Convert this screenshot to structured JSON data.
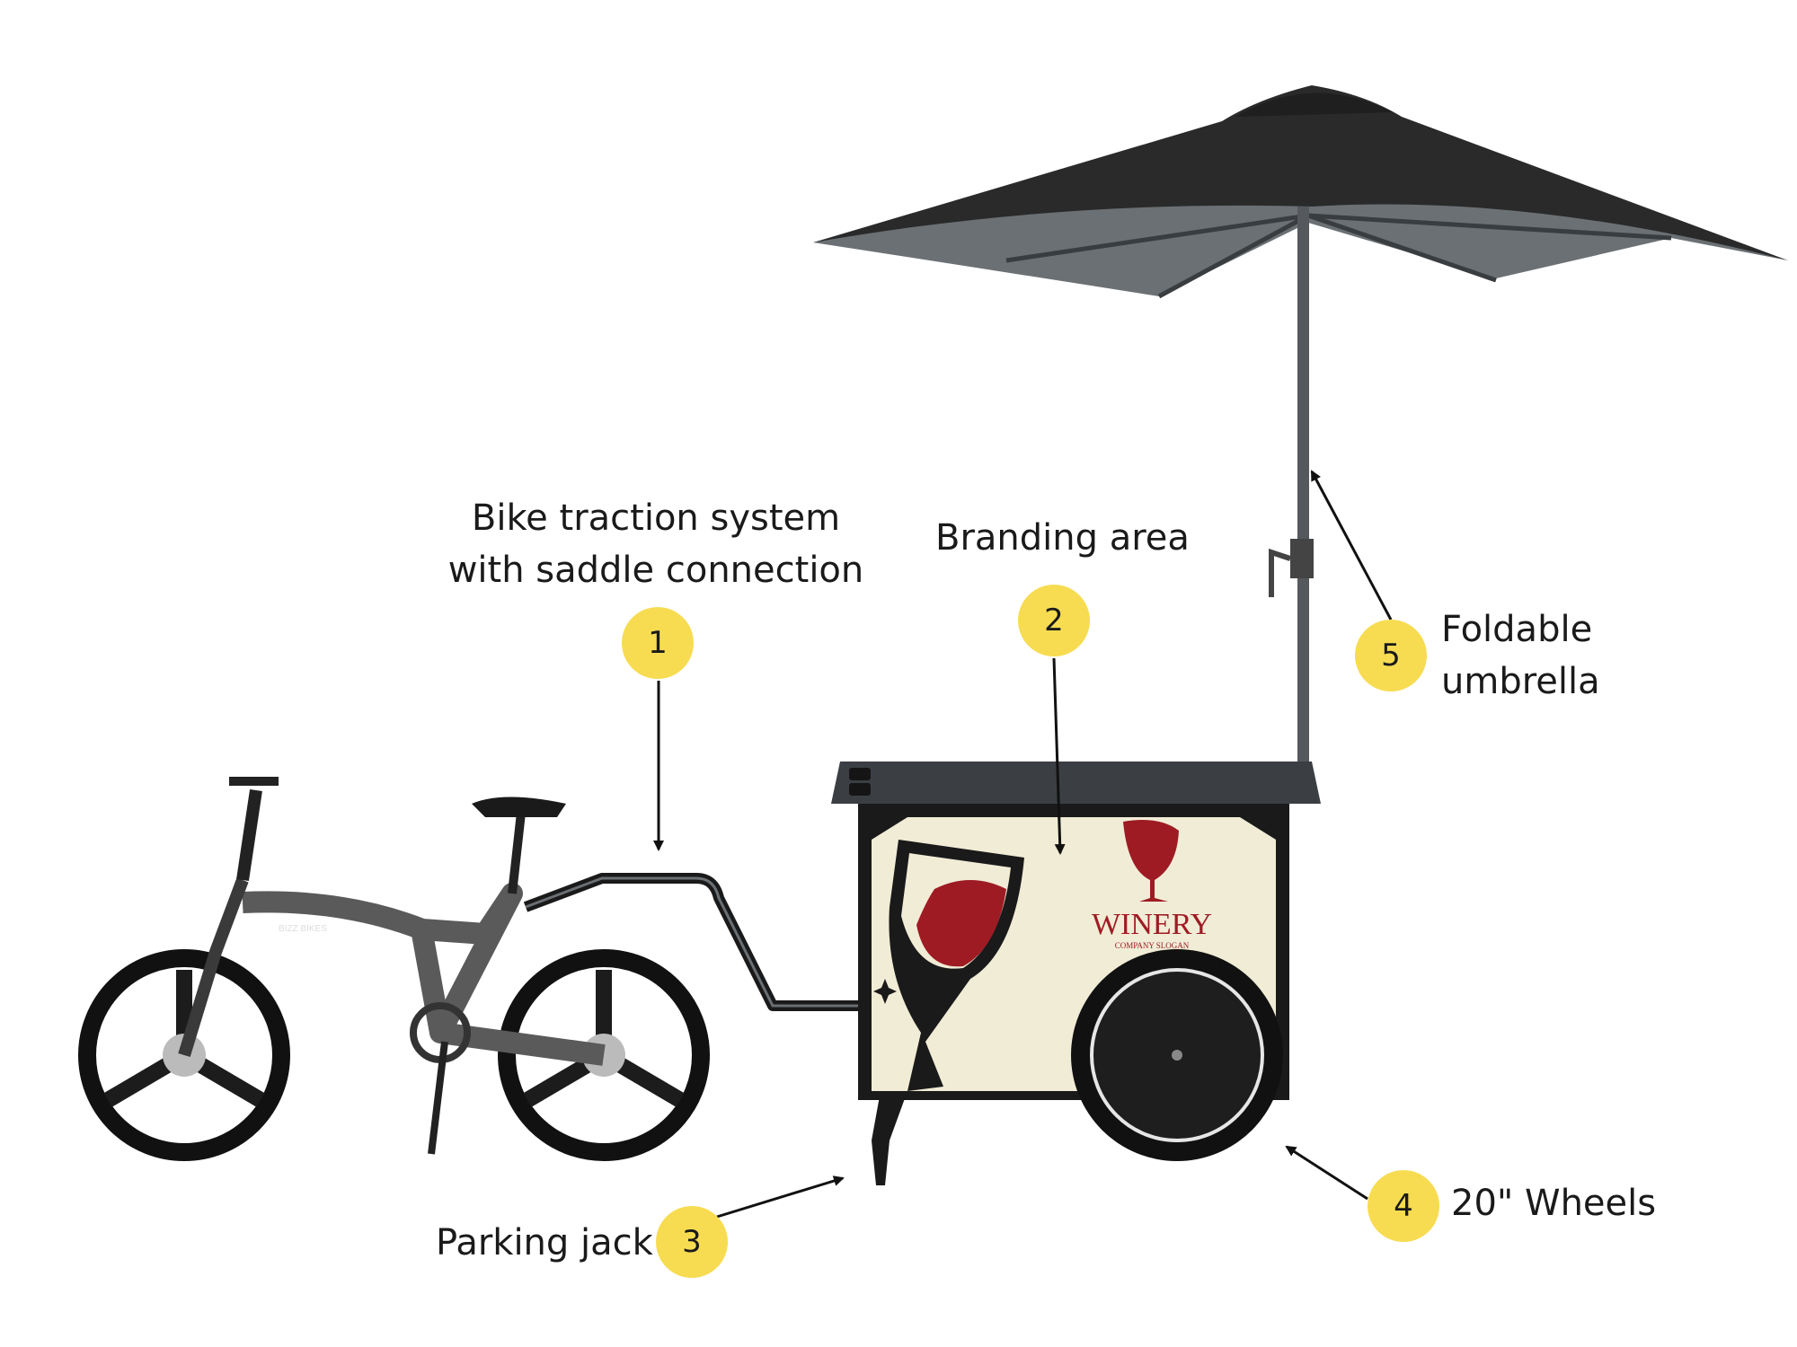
{
  "colors": {
    "badge": "#f7dc52",
    "text": "#1a1a1a",
    "umbrella_canopy": "#2a2a2a",
    "umbrella_underside": "#6b7074",
    "cart_panel": "#f1ecd6",
    "cart_top": "#3b3f44",
    "wine_red": "#9e1b24",
    "bike_frame": "#5a5a5a",
    "tyre": "#111111"
  },
  "callouts": [
    {
      "number": "1",
      "label_line1": "Bike traction system",
      "label_line2": "with saddle connection"
    },
    {
      "number": "2",
      "label": "Branding area"
    },
    {
      "number": "3",
      "label": "Parking jack"
    },
    {
      "number": "4",
      "label": "20\" Wheels"
    },
    {
      "number": "5",
      "label_line1": "Foldable",
      "label_line2": "umbrella"
    }
  ],
  "branding": {
    "logo_text": "WINERY",
    "logo_slogan": "COMPANY SLOGAN",
    "bike_brand": "BIZZ BIKES"
  }
}
